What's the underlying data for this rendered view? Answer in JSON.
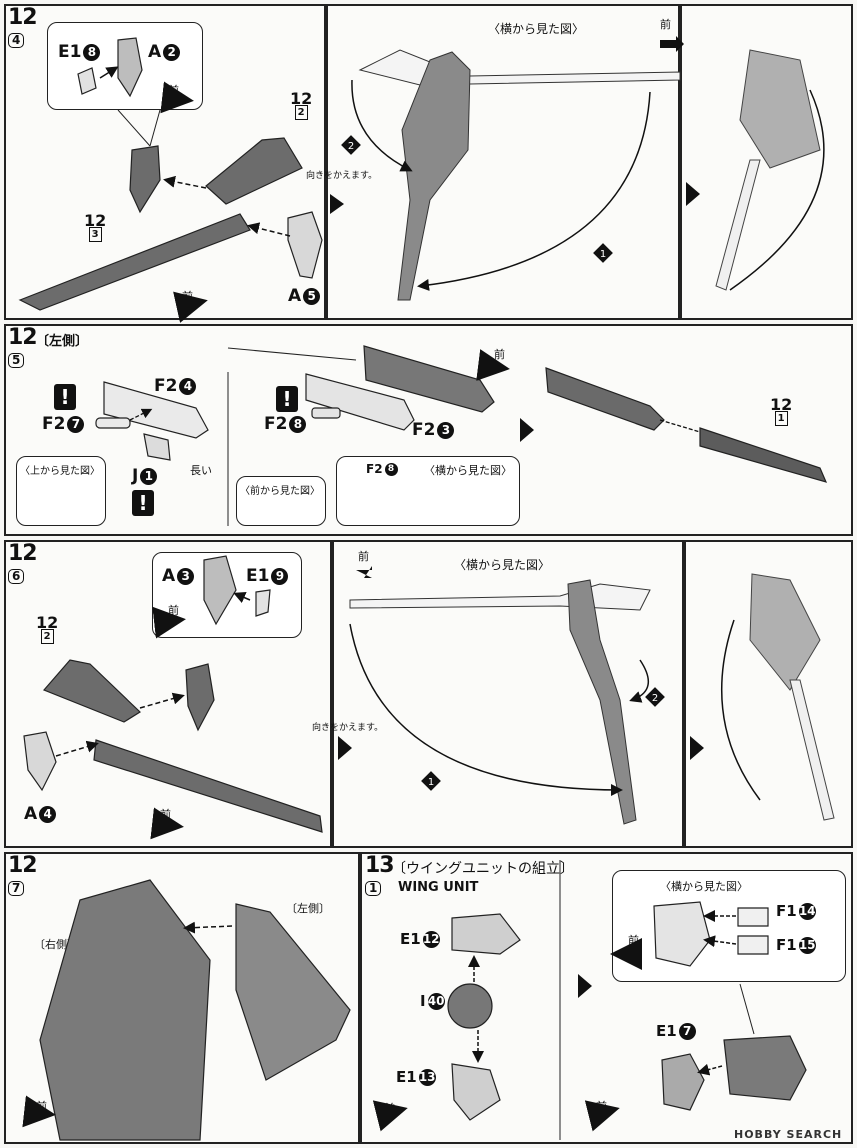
{
  "steps": {
    "s12_4": {
      "num": "12",
      "sub": "4"
    },
    "s12_5": {
      "num": "12",
      "sub": "5",
      "side": "〔左側〕"
    },
    "s12_6": {
      "num": "12",
      "sub": "6"
    },
    "s12_7": {
      "num": "12",
      "sub": "7"
    },
    "s13_1": {
      "num": "13",
      "sub": "1",
      "title": "〔ウイングユニットの組立〕",
      "english": "WING UNIT"
    }
  },
  "labels": {
    "side_view": "〈横から見た図〉",
    "front": "前",
    "turn_around": "向きをかえます。",
    "top_view": "〈上から見た図〉",
    "front_view": "〈前から見た図〉",
    "long": "長い",
    "left_side": "〔左側〕",
    "right_side": "〔右側〕",
    "warning": "!"
  },
  "refs": {
    "r12_2": {
      "q1": "12",
      "q2": "2"
    },
    "r12_3": {
      "q1": "12",
      "q2": "3"
    },
    "r12_1": {
      "q1": "12",
      "q2": "1"
    }
  },
  "parts": {
    "e1_8": {
      "letter": "E1",
      "num": "8"
    },
    "a_2": {
      "letter": "A",
      "num": "2"
    },
    "a_5": {
      "letter": "A",
      "num": "5"
    },
    "f2_4": {
      "letter": "F2",
      "num": "4"
    },
    "f2_7": {
      "letter": "F2",
      "num": "7"
    },
    "j_1": {
      "letter": "J",
      "num": "1"
    },
    "f2_8": {
      "letter": "F2",
      "num": "8"
    },
    "f2_3": {
      "letter": "F2",
      "num": "3"
    },
    "f2_8b": {
      "letter": "F2",
      "num": "8"
    },
    "a_3": {
      "letter": "A",
      "num": "3"
    },
    "e1_9": {
      "letter": "E1",
      "num": "9"
    },
    "a_4": {
      "letter": "A",
      "num": "4"
    },
    "e1_12": {
      "letter": "E1",
      "num": "12"
    },
    "i_40": {
      "letter": "I",
      "num": "40"
    },
    "e1_13": {
      "letter": "E1",
      "num": "13"
    },
    "f1_14": {
      "letter": "F1",
      "num": "14"
    },
    "f1_15": {
      "letter": "F1",
      "num": "15"
    },
    "e1_7": {
      "letter": "E1",
      "num": "7"
    }
  },
  "sequence": {
    "one": "1",
    "two": "2"
  },
  "watermark": "HOBBY SEARCH"
}
